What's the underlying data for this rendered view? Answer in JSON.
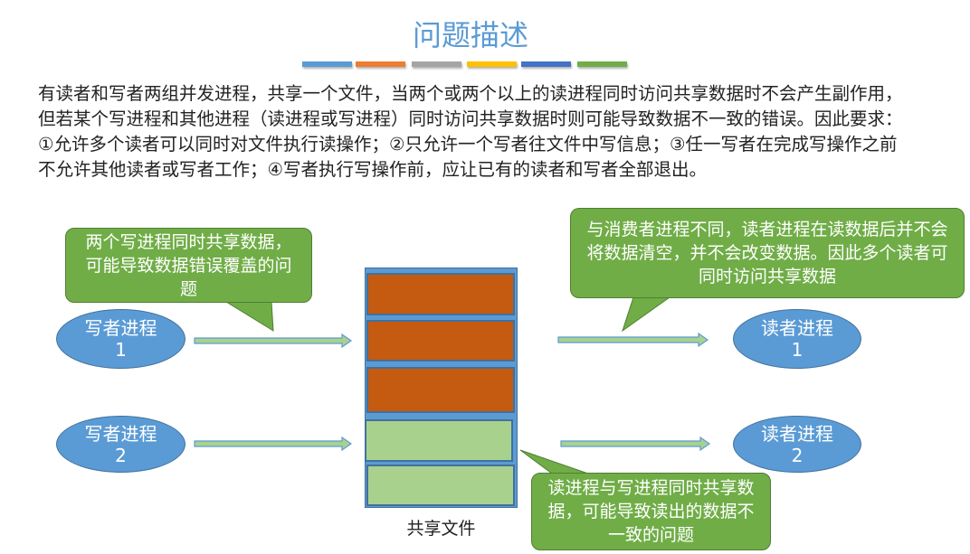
{
  "title": "问题描述",
  "accent_bars": [
    "#5B9BD5",
    "#ED7D31",
    "#A5A5A5",
    "#FFC000",
    "#4472C4",
    "#70AD47"
  ],
  "description": "有读者和写者两组并发进程，共享一个文件，当两个或两个以上的读进程同时访问共享数据时不会产生副作用，但若某个写进程和其他进程（读进程或写进程）同时访问共享数据时则可能导致数据不一致的错误。因此要求：①允许多个读者可以同时对文件执行读操作；②只允许一个写者往文件中写信息；③任一写者在完成写操作之前不允许其他读者或写者工作；④写者执行写操作前，应让已有的读者和写者全部退出。",
  "callouts": {
    "writers": "两个写进程同时共享数据，可能导致数据错误覆盖的问题",
    "readers": "与消费者进程不同，读者进程在读数据后并不会将数据清空，并不会改变数据。因此多个读者可同时访问共享数据",
    "reader_writer": "读进程与写进程同时共享数据，可能导致读出的数据不一致的问题"
  },
  "nodes": {
    "writer1": "写者进程1",
    "writer2": "写者进程2",
    "reader1": "读者进程1",
    "reader2": "读者进程2"
  },
  "shared_file_label": "共享文件"
}
